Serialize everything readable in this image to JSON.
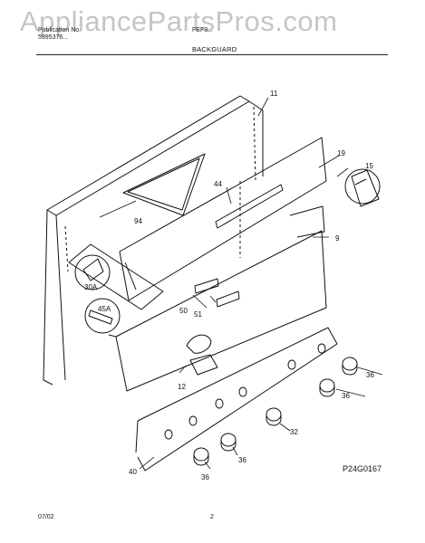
{
  "watermark": "AppliancePartsPros.com",
  "header": {
    "left_line1": "Publication No.",
    "left_line2": "5995376...",
    "right_line1": "FEF3...",
    "section_title": "BACKGUARD"
  },
  "callouts": {
    "c11": "11",
    "c19": "19",
    "c15": "15",
    "c44": "44",
    "c94": "94",
    "c9": "9",
    "c30A": "30A",
    "c45A": "45A",
    "c50": "50",
    "c51": "51",
    "c12": "12",
    "c36a": "36",
    "c36b": "36",
    "c32": "32",
    "c36c": "36",
    "c36d": "36",
    "c40": "40"
  },
  "figure_code": "P24G0167",
  "footer": {
    "date": "07/02",
    "page": "2"
  }
}
